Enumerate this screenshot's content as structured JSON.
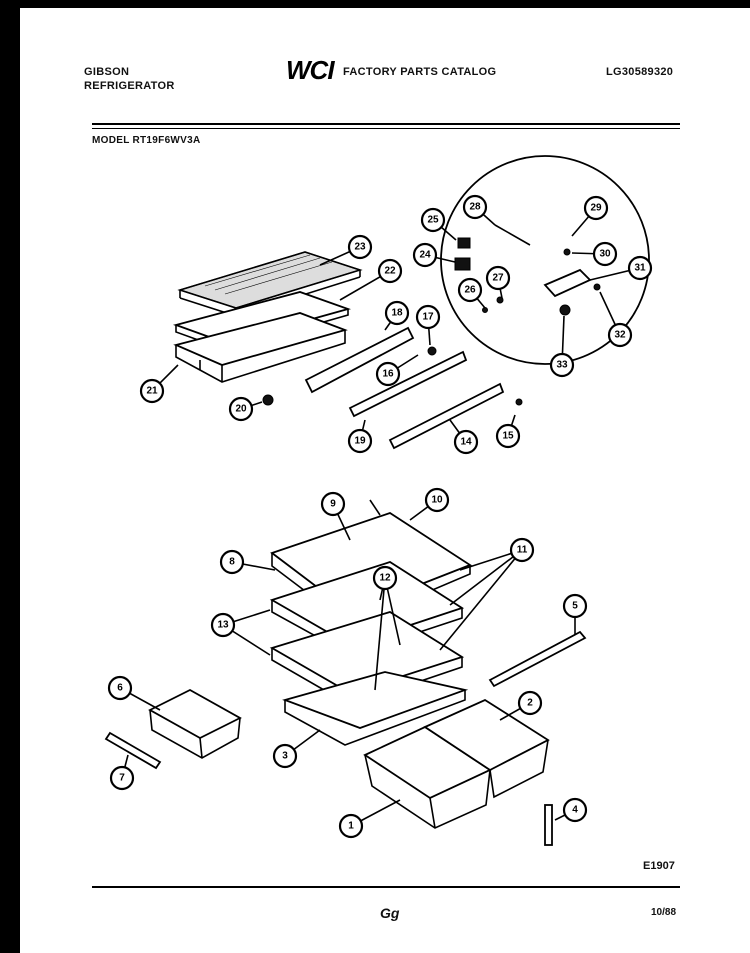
{
  "header": {
    "brand_line1": "GIBSON",
    "brand_line2": "REFRIGERATOR",
    "logo": "WCI",
    "catalog_title": "FACTORY PARTS CATALOG",
    "catalog_number": "LG30589320",
    "model": "MODEL RT19F6WV3A"
  },
  "callouts": [
    "1",
    "2",
    "3",
    "4",
    "5",
    "6",
    "7",
    "8",
    "9",
    "10",
    "11",
    "12",
    "13",
    "14",
    "15",
    "16",
    "17",
    "18",
    "19",
    "20",
    "21",
    "22",
    "23",
    "24",
    "25",
    "26",
    "27",
    "28",
    "29",
    "30",
    "31",
    "32",
    "33"
  ],
  "footer": {
    "diagram_code": "E1907",
    "page_code": "Gg",
    "date": "10/88"
  }
}
